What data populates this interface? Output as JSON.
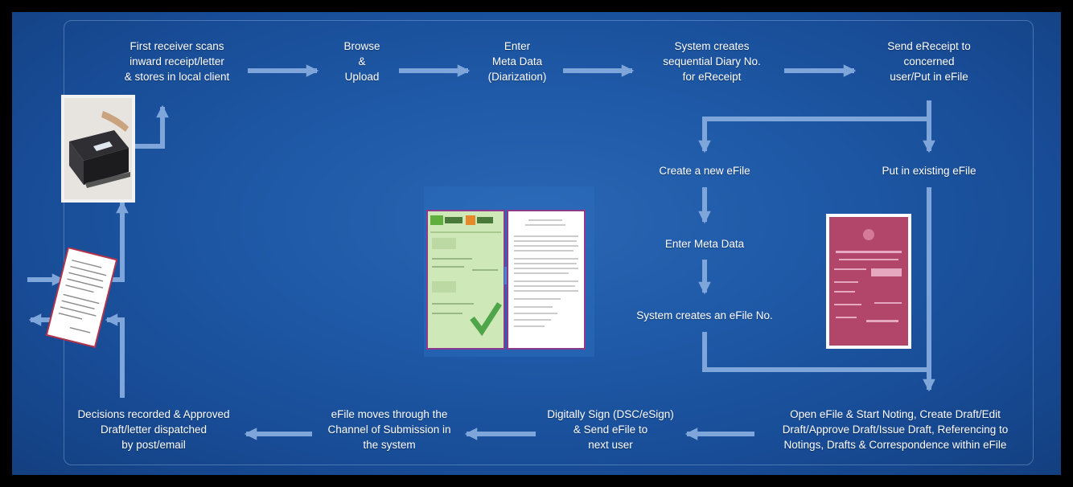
{
  "steps": {
    "scan": [
      "First receiver scans",
      "inward receipt/letter",
      "& stores in local client"
    ],
    "browse": [
      "Browse",
      "&",
      "Upload"
    ],
    "meta": [
      "Enter",
      "Meta Data",
      "(Diarization)"
    ],
    "diary": [
      "System creates",
      "sequential Diary No.",
      "for eReceipt"
    ],
    "send": [
      "Send eReceipt to",
      "concerned",
      "user/Put in eFile"
    ],
    "create_new": [
      "Create a new eFile"
    ],
    "put_existing": [
      "Put in existing eFile"
    ],
    "enter_meta": [
      "Enter Meta Data"
    ],
    "efile_no": [
      "System creates an eFile No."
    ],
    "noting": [
      "Open eFile & Start Noting, Create Draft/Edit",
      "Draft/Approve Draft/Issue Draft, Referencing to",
      "Notings, Drafts & Correspondence within eFile"
    ],
    "sign": [
      "Digitally Sign (DSC/eSign)",
      "& Send eFile to",
      "next user"
    ],
    "moves": [
      "eFile moves through  the",
      "Channel of Submission in",
      "the system"
    ],
    "decisions": [
      "Decisions recorded & Approved",
      "Draft/letter dispatched",
      "by post/email"
    ]
  },
  "colors": {
    "background": "#1f5aa8",
    "arrow": "#7fa6da",
    "text": "#ffffff"
  },
  "icons": [
    "scanner-photo",
    "letter-document",
    "efile-screens",
    "pink-document"
  ]
}
